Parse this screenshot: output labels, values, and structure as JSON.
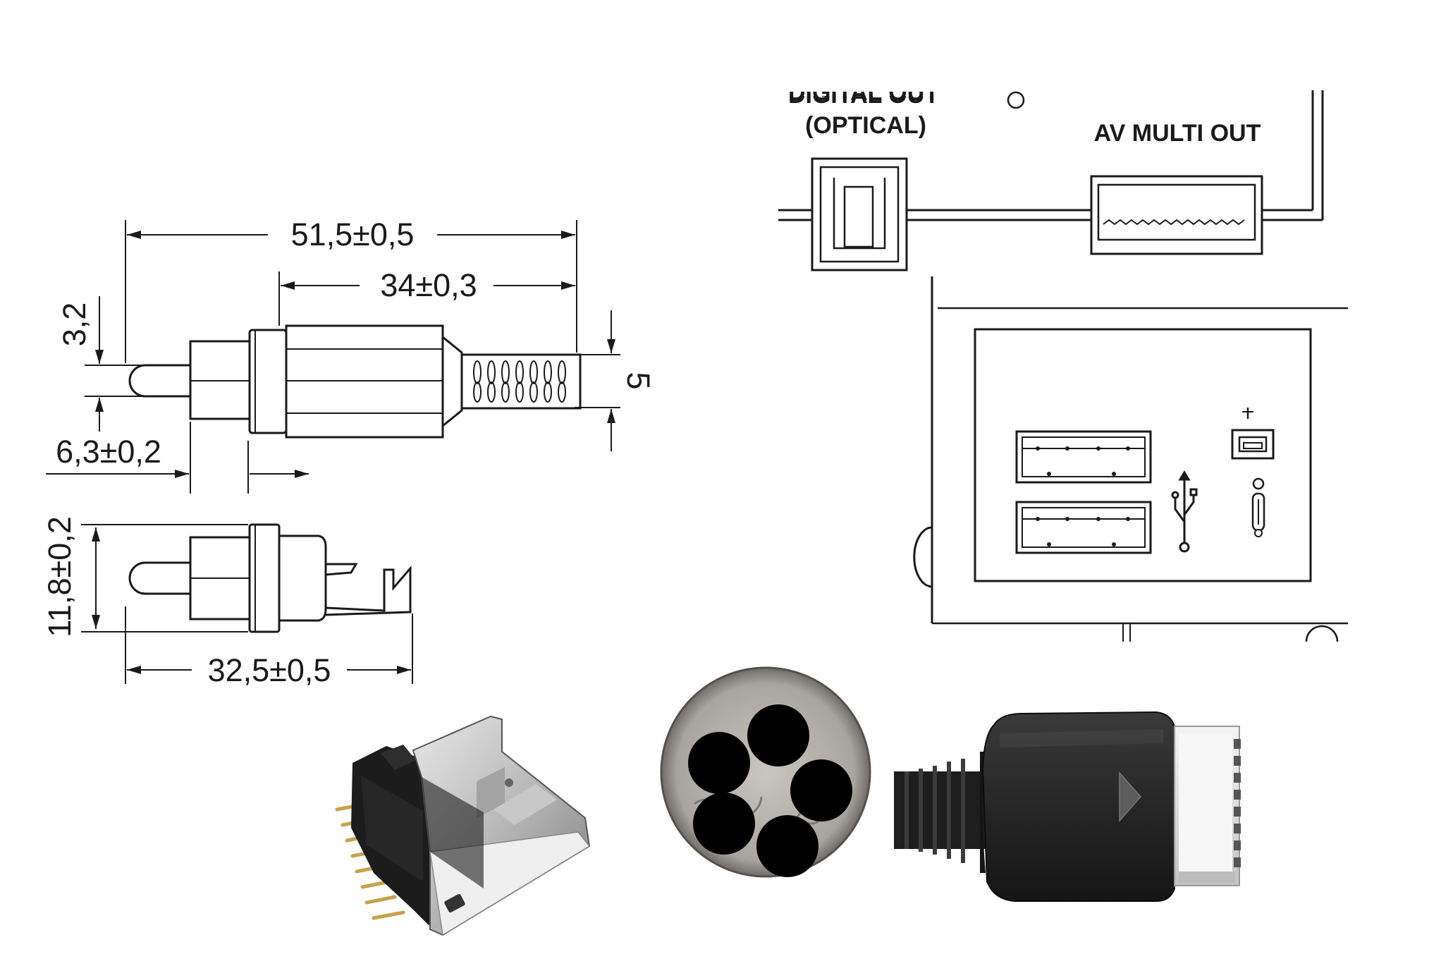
{
  "rca_drawing": {
    "dimensions": {
      "overall_length": "51,5±0,5",
      "body_length": "34±0,3",
      "pin_offset": "3,2",
      "cable_diameter": "5",
      "tip_length": "6,3±0,2",
      "height": "11,8±0,2",
      "side_length": "32,5±0,5"
    }
  },
  "ps_panel": {
    "labels": {
      "digital_out": "DIGITAL OUT",
      "optical": "(OPTICAL)",
      "av_multi_out": "AV MULTI OUT"
    }
  },
  "icons": {
    "usb_symbol": "usb-icon",
    "mini_usb_symbol": "mini-usb-icon",
    "triangle_marker": "triangle-icon"
  },
  "colors": {
    "line": "#1a1a1a",
    "background": "#ffffff",
    "metal_light": "#d8d8d8",
    "metal_dark": "#8a8a8a",
    "plastic_black": "#202020",
    "coin": "#b0aca6",
    "dot": "#000000"
  }
}
